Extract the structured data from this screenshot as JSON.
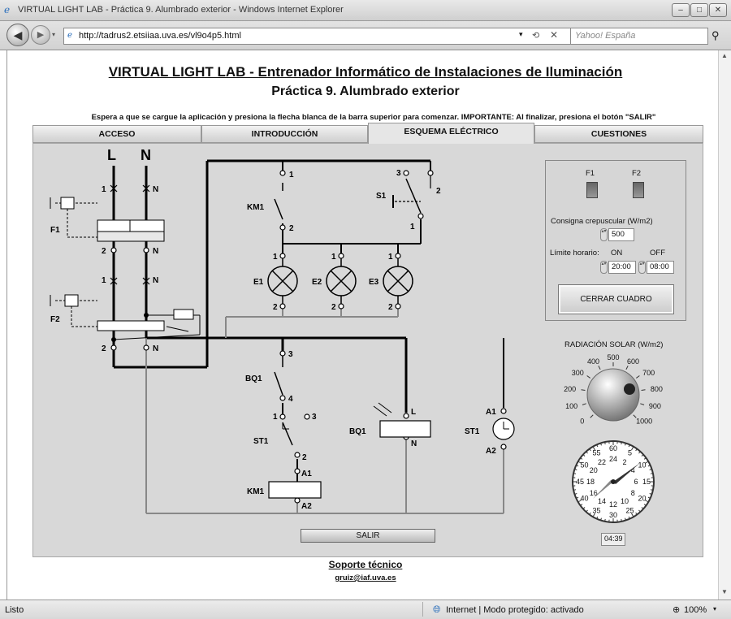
{
  "window": {
    "title": "VIRTUAL LIGHT LAB - Práctica 9. Alumbrado exterior - Windows Internet Explorer"
  },
  "browser": {
    "url": "http://tadrus2.etsiiaa.uva.es/vl9o4p5.html",
    "search_placeholder": "Yahoo! España"
  },
  "page": {
    "title": "VIRTUAL LIGHT LAB - Entrenador Informático de Instalaciones de Iluminación",
    "subtitle": "Práctica 9. Alumbrado exterior",
    "instructions": "Espera a que se cargue la aplicación y presiona la flecha blanca de la barra superior para comenzar.  IMPORTANTE: Al finalizar, presiona el botón \"SALIR\"",
    "support_title": "Soporte técnico",
    "support_email": "gruiz@iaf.uva.es"
  },
  "tabs": [
    {
      "label": "ACCESO"
    },
    {
      "label": "INTRODUCCIÓN"
    },
    {
      "label": "ESQUEMA ELÉCTRICO"
    },
    {
      "label": "CUESTIONES"
    }
  ],
  "controls": {
    "f1_label": "F1",
    "f2_label": "F2",
    "consigna_label": "Consigna crepuscular (W/m2)",
    "consigna_value": "500",
    "limite_label": "Límite horario:",
    "on_label": "ON",
    "off_label": "OFF",
    "on_value": "20:00",
    "off_value": "08:00",
    "cerrar_label": "CERRAR CUADRO",
    "salir_label": "SALIR"
  },
  "solar": {
    "label": "RADIACIÓN SOLAR (W/m2)",
    "scale": [
      "0",
      "100",
      "200",
      "300",
      "400",
      "500",
      "600",
      "700",
      "800",
      "900",
      "1000"
    ]
  },
  "clock": {
    "time": "04:39",
    "outer_labels": [
      "60",
      "5",
      "10",
      "15",
      "20",
      "25",
      "30",
      "35",
      "40",
      "45",
      "50",
      "55"
    ],
    "inner_labels": [
      "24",
      "2",
      "4",
      "6",
      "8",
      "10",
      "12",
      "14",
      "16",
      "18",
      "20",
      "22"
    ]
  },
  "schematic": {
    "labels": {
      "L": "L",
      "N": "N",
      "n": "N",
      "one": "1",
      "two": "2",
      "three": "3",
      "four": "4",
      "A1": "A1",
      "A2": "A2",
      "F1": "F1",
      "F2": "F2",
      "KM1": "KM1",
      "S1": "S1",
      "E1": "E1",
      "E2": "E2",
      "E3": "E3",
      "BQ1": "BQ1",
      "ST1": "ST1",
      "Lterm": "L"
    }
  },
  "status": {
    "text": "Listo",
    "zone": "Internet | Modo protegido: activado",
    "zoom": "100%"
  },
  "icons": {
    "back": "back-arrow-icon",
    "forward": "forward-arrow-icon",
    "page": "page-icon",
    "refresh": "refresh-icon",
    "stop": "stop-icon",
    "search": "search-icon",
    "globe": "globe-icon",
    "zoom": "zoom-icon"
  }
}
